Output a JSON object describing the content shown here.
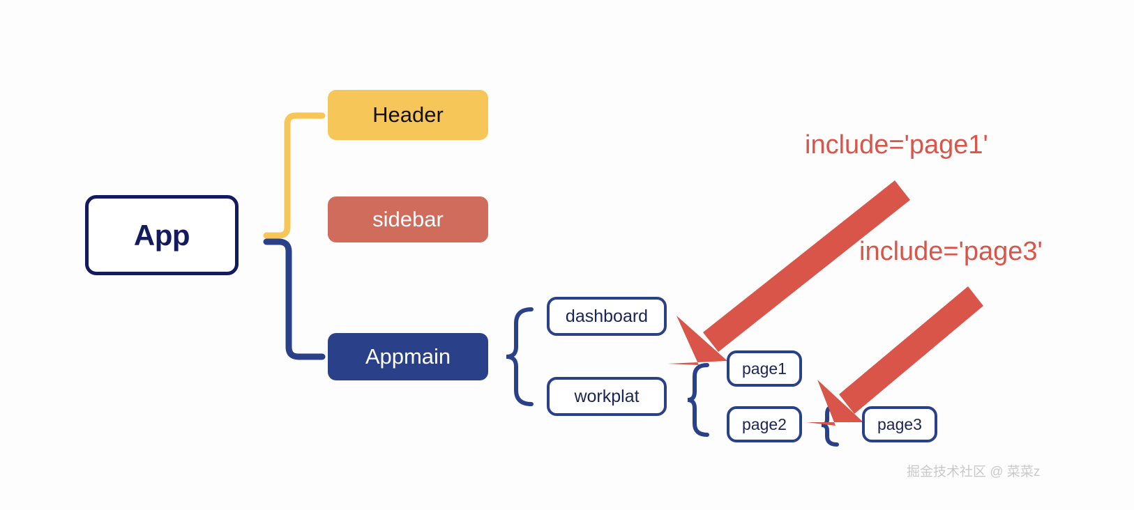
{
  "diagram": {
    "title": "App component structure diagram",
    "colors": {
      "navy_dark": "#131B5E",
      "navy": "#2A4189",
      "yellow": "#F6C659",
      "terracotta": "#D06C5C",
      "red_arrow": "#D9554A",
      "background": "#fdfdfd",
      "watermark": "#c9c9c9"
    },
    "nodes": {
      "app": {
        "label": "App",
        "style": "outlined-navy",
        "level": 0
      },
      "header": {
        "label": "Header",
        "style": "filled-yellow",
        "level": 1
      },
      "sidebar": {
        "label": "sidebar",
        "style": "filled-terracotta",
        "level": 1
      },
      "appmain": {
        "label": "Appmain",
        "style": "filled-navy",
        "level": 1
      },
      "dashboard": {
        "label": "dashboard",
        "style": "outlined-navy",
        "level": 2
      },
      "workplat": {
        "label": "workplat",
        "style": "outlined-navy",
        "level": 2
      },
      "page1": {
        "label": "page1",
        "style": "outlined-navy",
        "level": 3
      },
      "page2": {
        "label": "page2",
        "style": "outlined-navy",
        "level": 3
      },
      "page3": {
        "label": "page3",
        "style": "outlined-navy",
        "level": 4
      }
    },
    "annotations": [
      {
        "text": "include='page1'",
        "points_to": "page1-brace"
      },
      {
        "text": "include='page3'",
        "points_to": "page3-brace"
      }
    ],
    "connectors": [
      {
        "from": "app",
        "to": "header",
        "style": "yellow-elbow"
      },
      {
        "from": "app",
        "to": "appmain",
        "style": "navy-elbow"
      },
      {
        "from": "appmain",
        "to": [
          "dashboard",
          "workplat"
        ],
        "style": "navy-brace"
      },
      {
        "from": "workplat",
        "to": [
          "page1",
          "page2"
        ],
        "style": "navy-brace"
      },
      {
        "from": "page2",
        "to": [
          "page3"
        ],
        "style": "navy-brace"
      }
    ],
    "watermark": "掘金技术社区 @ 菜菜z"
  }
}
